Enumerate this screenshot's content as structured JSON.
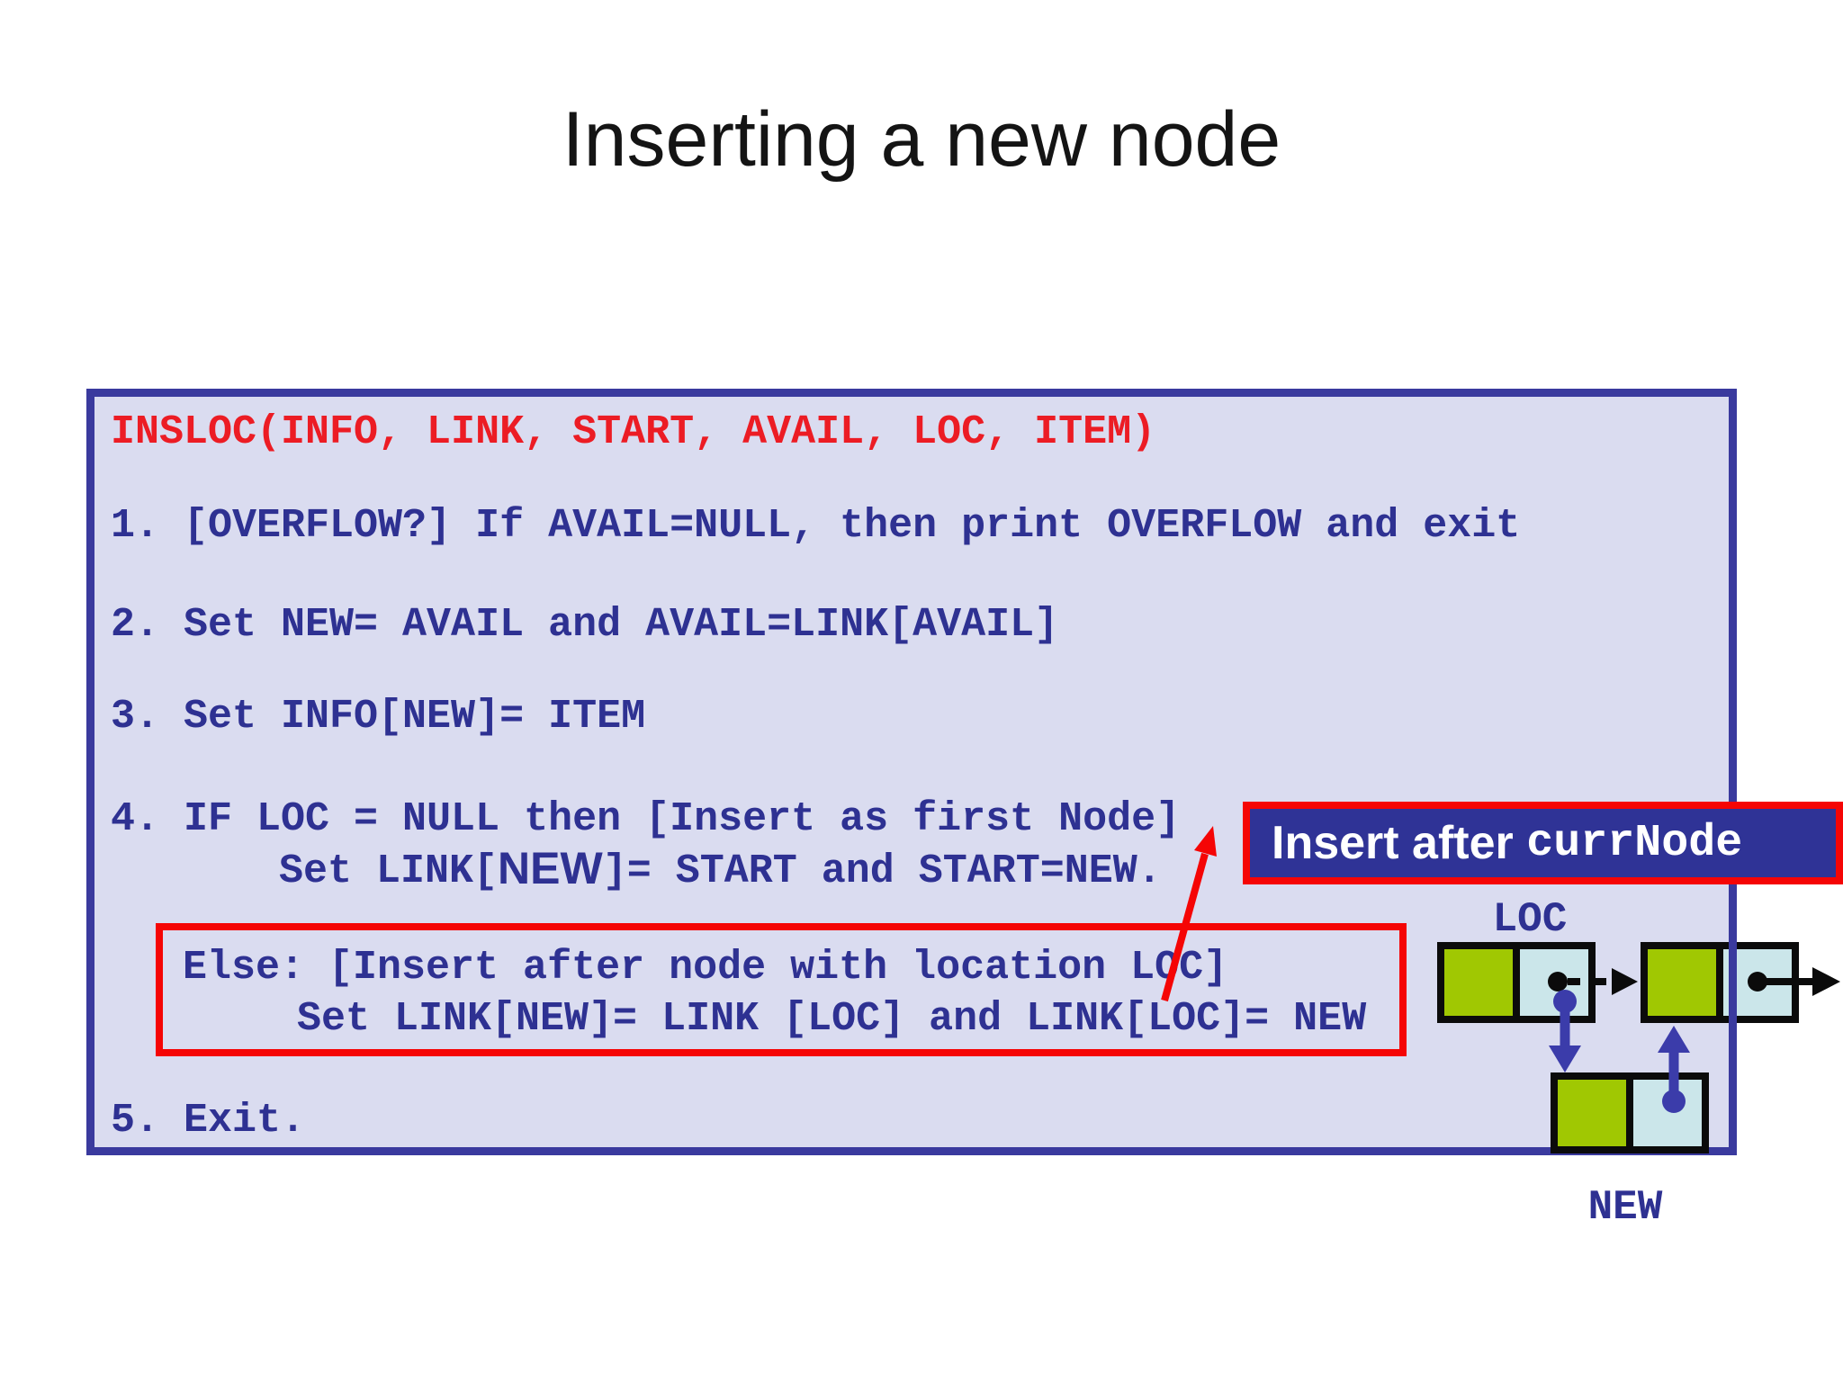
{
  "title": "Inserting a new node",
  "algorithm": {
    "header": "INSLOC(INFO, LINK, START, AVAIL, LOC, ITEM)",
    "step1": "1. [OVERFLOW?] If AVAIL=NULL, then print OVERFLOW and exit",
    "step2": "2. Set NEW= AVAIL and AVAIL=LINK[AVAIL]",
    "step3": "3. Set INFO[NEW]= ITEM",
    "step4": "4. IF LOC = NULL then [Insert as first Node]",
    "step4b": {
      "prefix": "Set LINK[",
      "emphasis": "NEW",
      "suffix": "]= START and START=NEW."
    },
    "else1": "Else: [Insert after node with location LOC]",
    "else2": "Set LINK[NEW]= LINK [LOC] and LINK[LOC]= NEW",
    "step5": "5. Exit."
  },
  "callout": {
    "label_sans": "Insert after ",
    "label_mono": "currNode"
  },
  "diagram": {
    "loc_label": "LOC",
    "new_label": "NEW"
  },
  "colors": {
    "code_navy": "#2e3192",
    "code_red": "#ec1c24",
    "accent_red": "#f50505",
    "box_border_navy": "#3a3a9e",
    "box_background_lavender": "#dadcf0",
    "callout_fill_navy": "#2f3396",
    "callout_text_white": "#ffffff",
    "node_info_green": "#a0c802",
    "node_link_blue": "#cbe6ea",
    "pointer_black": "#0b0b0b",
    "pointer_indigo": "#3b3caa"
  }
}
